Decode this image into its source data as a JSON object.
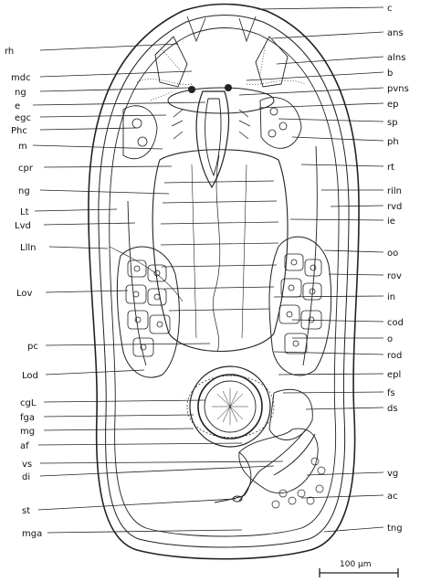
{
  "labels": {
    "left": [
      "rh",
      "mdc",
      "ng",
      "e",
      "egc",
      "Phc",
      "m",
      "cpr",
      "ng",
      "Lt",
      "Lvd",
      "Llln",
      "Lov",
      "pc",
      "Lod",
      "cgL",
      "fga",
      "mg",
      "af",
      "vs",
      "di",
      "st",
      "mga"
    ],
    "right": [
      "c",
      "ans",
      "alns",
      "b",
      "pvns",
      "ep",
      "sp",
      "ph",
      "rt",
      "riln",
      "rvd",
      "ie",
      "oo",
      "rov",
      "in",
      "cod",
      "o",
      "rod",
      "epl",
      "fs",
      "ds",
      "vg",
      "ac",
      "tng"
    ]
  },
  "scale_bar": {
    "label": "100 μm"
  }
}
